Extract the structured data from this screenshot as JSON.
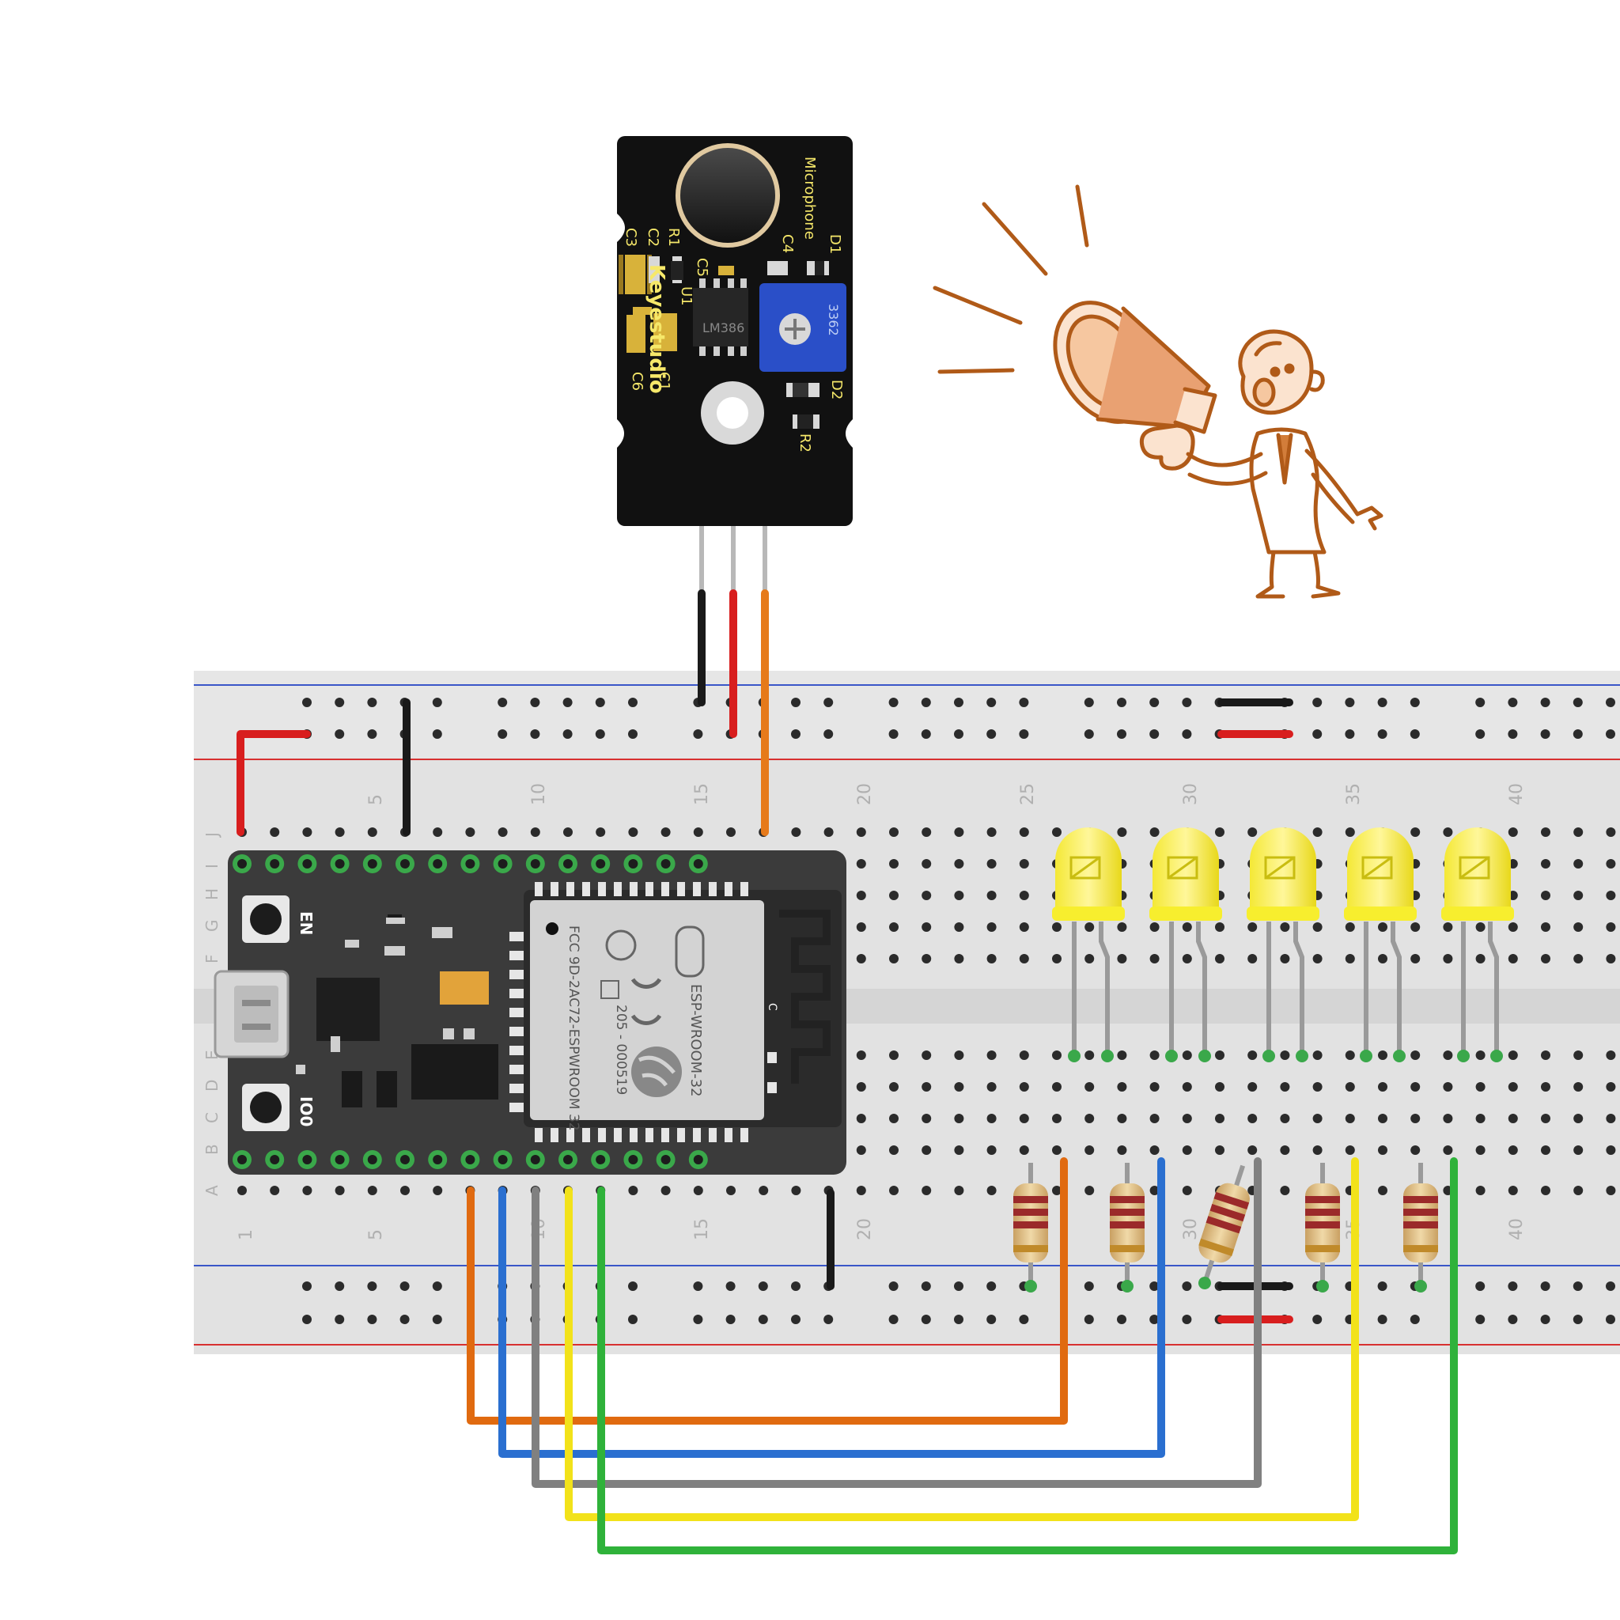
{
  "mic_module": {
    "title": "Microphone",
    "brand": "Keyestudio",
    "chip": "LM386",
    "labels": [
      "C3",
      "C2",
      "R1",
      "C5",
      "C4",
      "D1",
      "U1",
      "C1",
      "C6",
      "D2",
      "R2"
    ],
    "pot_code": "3362"
  },
  "esp32": {
    "module_name": "ESP-WROOM-32",
    "fcc": "FCC 9D-2AC72-ESPWROOM 32",
    "cert": "205 - 000519",
    "btn_en": "EN",
    "btn_io0": "IO0"
  },
  "breadboard": {
    "col_labels_top": [
      "5",
      "10",
      "15",
      "20",
      "25",
      "30",
      "35",
      "40"
    ],
    "col_labels_bottom": [
      "1",
      "5",
      "10",
      "15",
      "20",
      "25",
      "30",
      "35",
      "40"
    ],
    "row_labels": [
      "J",
      "I",
      "H",
      "G",
      "F",
      "E",
      "D",
      "C",
      "B",
      "A"
    ]
  },
  "wire_colors": {
    "black": "#1a1a1a",
    "red": "#d81e1e",
    "orange": "#e06a10",
    "blue": "#2a6fd0",
    "gray": "#808080",
    "yellow": "#f2e21a",
    "green": "#2fb23a"
  },
  "led_count": 5,
  "led_color": "#f7ee2e"
}
